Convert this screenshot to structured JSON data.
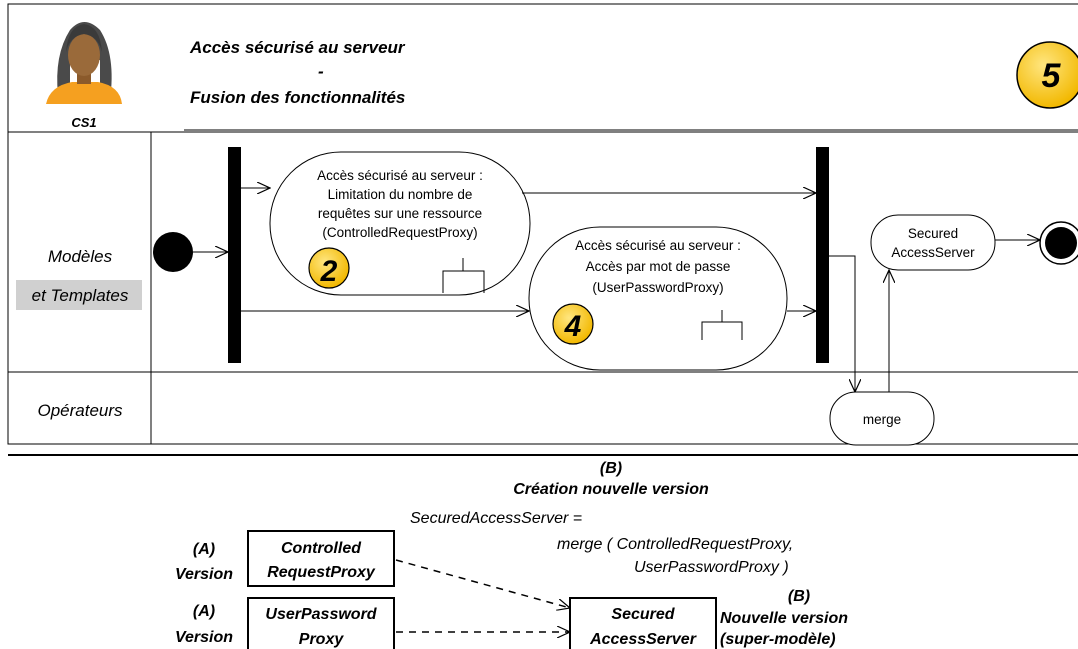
{
  "header": {
    "avatar_caption": "CS1",
    "title_line1": "Accès sécurisé au serveur",
    "title_line2": "-",
    "title_line3": "Fusion des fonctionnalités",
    "step_badge": "5"
  },
  "lanes": {
    "models_line1": "Modèles",
    "models_line2": "et Templates",
    "operators": "Opérateurs"
  },
  "activities": {
    "act1": {
      "lines": [
        "Accès sécurisé au serveur :",
        "Limitation du nombre de",
        "requêtes sur une ressource",
        "(ControlledRequestProxy)"
      ],
      "badge": "2"
    },
    "act2": {
      "lines": [
        "Accès sécurisé au serveur :",
        "Accès par mot de passe",
        "(UserPasswordProxy)"
      ],
      "badge": "4"
    },
    "secured": {
      "lines": [
        "Secured",
        "AccessServer"
      ]
    },
    "merge": "merge"
  },
  "bottom": {
    "b_tag": "(B)",
    "creation_title": "Création nouvelle version",
    "formula_line1": "SecuredAccessServer =",
    "formula_line2": "merge ( ControlledRequestProxy,",
    "formula_line3": "UserPasswordProxy )",
    "version_a1_tag": "(A)",
    "version_a1_label": "Version",
    "version_a2_tag": "(A)",
    "version_a2_label": "Version",
    "box1": [
      "Controlled",
      "RequestProxy"
    ],
    "box2": [
      "UserPassword",
      "Proxy"
    ],
    "box3": [
      "Secured",
      "AccessServer"
    ],
    "new_b_tag": "(B)",
    "new_version_line1": "Nouvelle version",
    "new_version_line2": "(super-modèle)"
  }
}
